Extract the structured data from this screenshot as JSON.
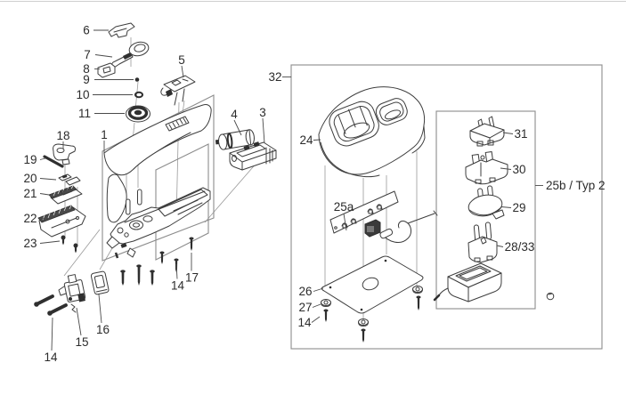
{
  "diagram": {
    "type": "exploded-parts-diagram",
    "background": "#ffffff",
    "line_color": "#3d3d3d",
    "construction_line_color": "#9a9a9a",
    "label_color": "#2b2b2b",
    "parts": {
      "1": "1",
      "3": "3",
      "4": "4",
      "5": "5",
      "6": "6",
      "7": "7",
      "8": "8",
      "9": "9",
      "10": "10",
      "11": "11",
      "14": "14",
      "15": "15",
      "16": "16",
      "17": "17",
      "18": "18",
      "19": "19",
      "20": "20",
      "21": "21",
      "22": "22",
      "23": "23",
      "24": "24",
      "25a": "25a",
      "25b": "25b / Typ 2",
      "26": "26",
      "27": "27",
      "28_33": "28/33",
      "29": "29",
      "30": "30",
      "31": "31",
      "32": "32"
    }
  }
}
